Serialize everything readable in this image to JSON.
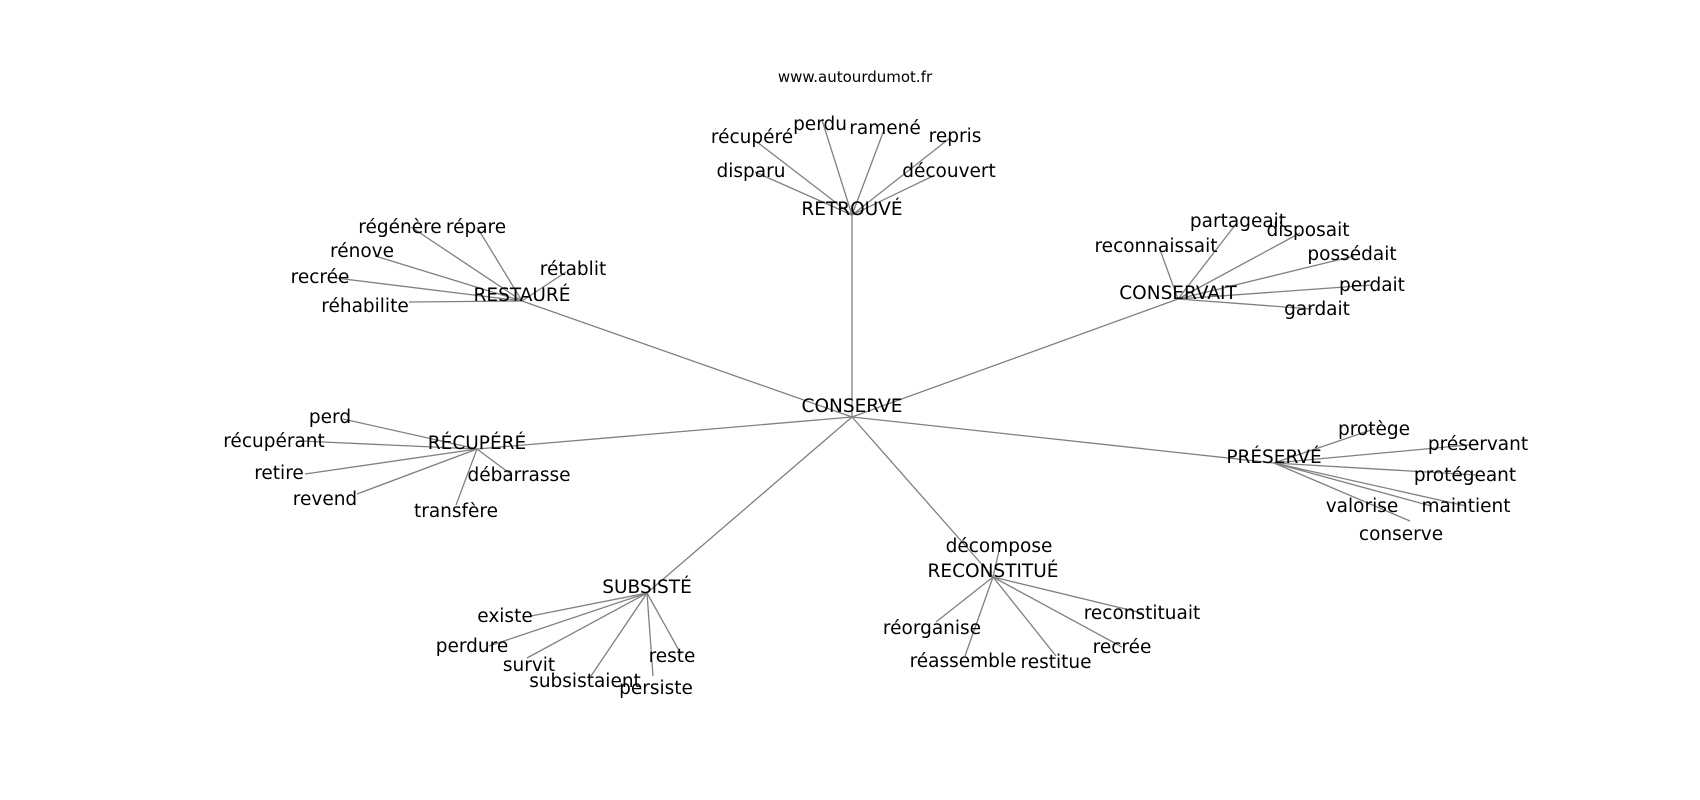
{
  "header": {
    "site": "www.autourdumot.fr"
  },
  "graph": {
    "root": "CONSERVE",
    "clusters": [
      {
        "hub": "RETROUVÉ",
        "words": [
          "récupéré",
          "perdu",
          "ramené",
          "repris",
          "disparu",
          "découvert"
        ]
      },
      {
        "hub": "RESTAURÉ",
        "words": [
          "régénère",
          "répare",
          "rénove",
          "rétablit",
          "recrée",
          "réhabilite"
        ]
      },
      {
        "hub": "CONSERVAIT",
        "words": [
          "partageait",
          "reconnaissait",
          "disposait",
          "possédait",
          "perdait",
          "gardait"
        ]
      },
      {
        "hub": "RÉCUPÉRÉ",
        "words": [
          "perd",
          "récupérant",
          "retire",
          "débarrasse",
          "revend",
          "transfère"
        ]
      },
      {
        "hub": "PRÉSERVÉ",
        "words": [
          "protège",
          "préservant",
          "protégeant",
          "valorise",
          "maintient",
          "conserve"
        ]
      },
      {
        "hub": "SUBSISTÉ",
        "words": [
          "existe",
          "perdure",
          "survit",
          "subsistaient",
          "reste",
          "persiste"
        ]
      },
      {
        "hub": "RECONSTITUÉ",
        "words": [
          "décompose",
          "réorganise",
          "reconstituait",
          "réassemble",
          "restitue",
          "recrée"
        ]
      }
    ]
  }
}
